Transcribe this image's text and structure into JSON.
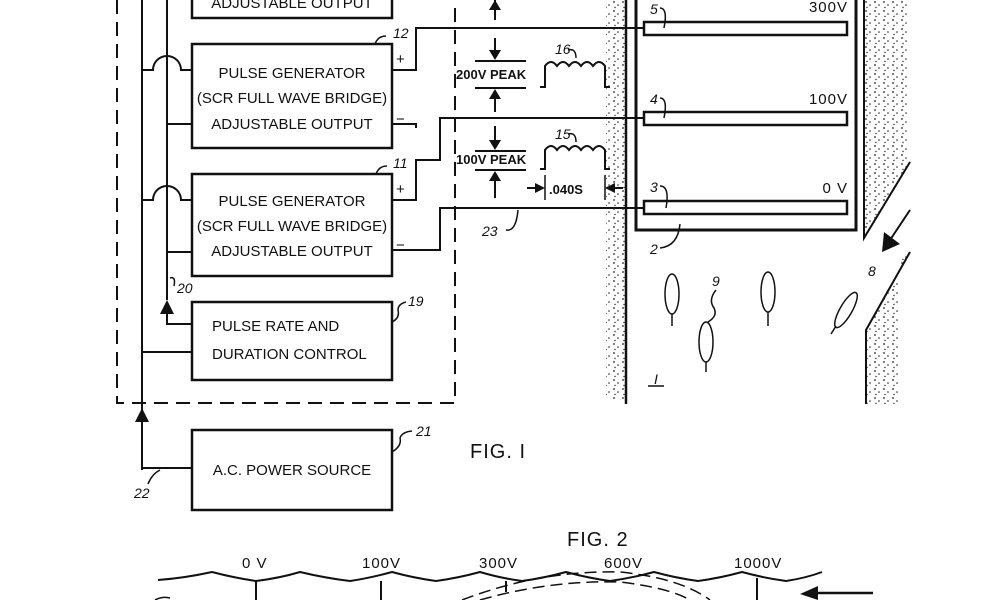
{
  "fig1": {
    "caption": "FIG. I",
    "blocks": {
      "top_partial": {
        "line3": "ADJUSTABLE OUTPUT"
      },
      "gen12": {
        "ref": "12",
        "line1": "PULSE GENERATOR",
        "line2": "(SCR FULL WAVE BRIDGE)",
        "line3": "ADJUSTABLE OUTPUT",
        "plus": "+",
        "minus": "−"
      },
      "gen11": {
        "ref": "11",
        "line1": "PULSE GENERATOR",
        "line2": "(SCR FULL WAVE BRIDGE)",
        "line3": "ADJUSTABLE OUTPUT",
        "plus": "+",
        "minus": "−"
      },
      "control19": {
        "ref": "19",
        "line1": "PULSE RATE AND",
        "line2": "DURATION CONTROL"
      },
      "power21": {
        "ref": "21",
        "line1": "A.C. POWER SOURCE"
      }
    },
    "refs": {
      "r20": "20",
      "r22": "22",
      "r23": "23",
      "r16": "16",
      "r15": "15",
      "r5": "5",
      "r4": "4",
      "r3": "3",
      "r2": "2",
      "r9": "9",
      "r8": "8",
      "r1": "I"
    },
    "waveforms": {
      "peak200": "200V PEAK",
      "peak100": "100V PEAK",
      "duration": ".040S"
    },
    "electrodes": {
      "e5": "300V",
      "e4": "100V",
      "e3": "0 V"
    }
  },
  "fig2": {
    "caption": "FIG. 2",
    "voltages": [
      "0 V",
      "100V",
      "300V",
      "600V",
      "1000V"
    ]
  }
}
